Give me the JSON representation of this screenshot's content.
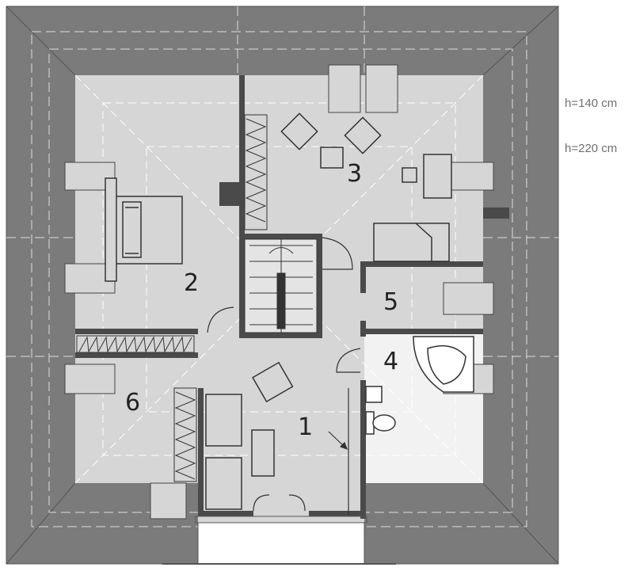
{
  "rooms": [
    {
      "number": "1"
    },
    {
      "number": "2"
    },
    {
      "number": "3"
    },
    {
      "number": "4"
    },
    {
      "number": "5"
    },
    {
      "number": "6"
    }
  ],
  "height_labels": [
    "h=140 cm",
    "h=220 cm"
  ],
  "colors": {
    "roof": "#7b7b7b",
    "floor": "#d6d6d6",
    "bathroom": "#f2f2f2",
    "wall": "#4a4a4a",
    "line": "#3a3a3a",
    "dash": "#ffffff"
  }
}
